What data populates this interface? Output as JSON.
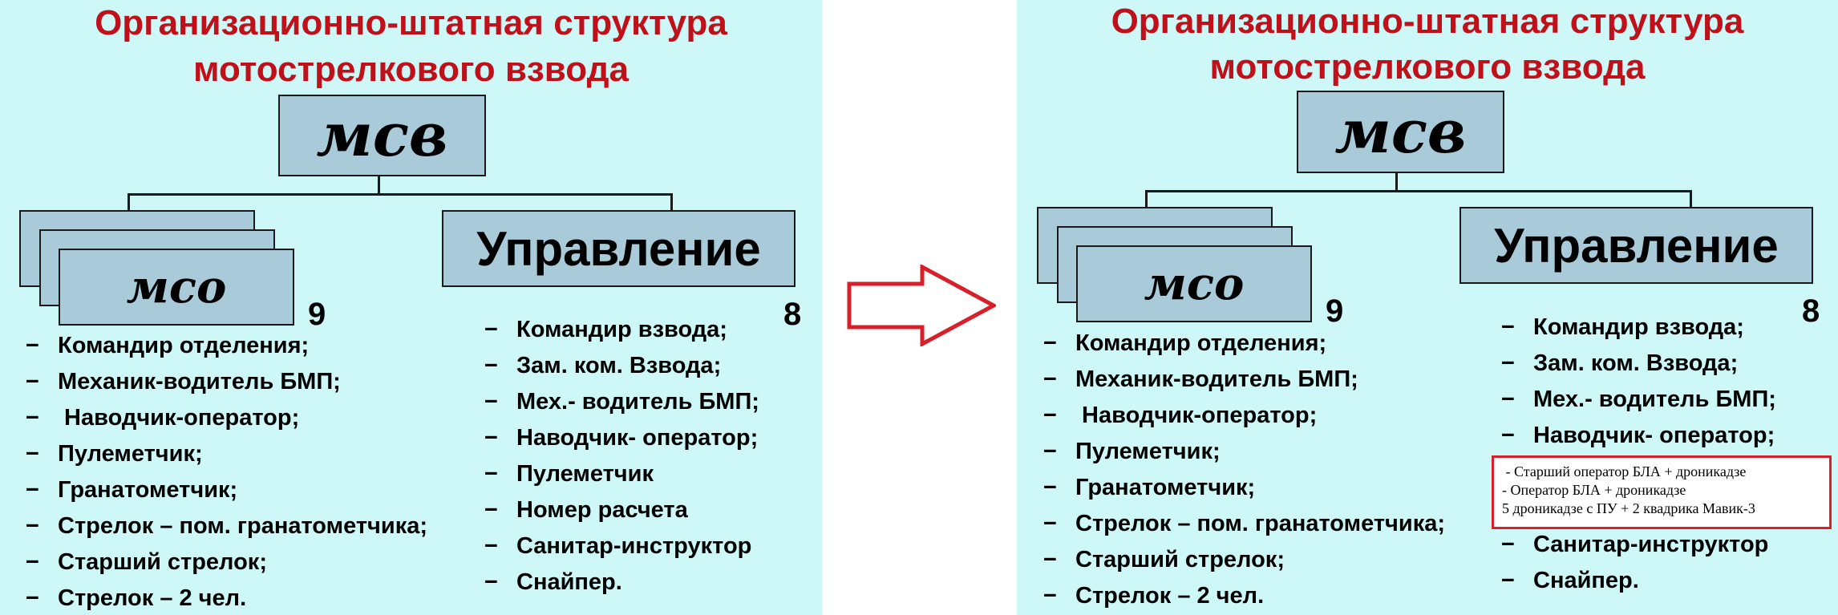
{
  "title_line1": "Организационно-штатная структура",
  "title_line2": "мотострелкового взвода",
  "top_box": "мсв",
  "squad_box": "мсо",
  "mgmt_box": "Управление",
  "squad_count": "9",
  "mgmt_count": "8",
  "squad_items": [
    "Командир отделения;",
    "Механик-водитель БМП;",
    " Наводчик-оператор;",
    "Пулеметчик;",
    "Гранатометчик;",
    "Стрелок – пом. гранатометчика;",
    "Старший стрелок;",
    "Стрелок – 2 чел."
  ],
  "left_mgmt_items": [
    "Командир взвода;",
    "Зам. ком. Взвода;",
    "Мех.- водитель БМП;",
    "Наводчик- оператор;",
    "Пулеметчик",
    "Номер расчета",
    "Санитар-инструктор",
    "Снайпер."
  ],
  "right_mgmt_items_top": [
    "Командир взвода;",
    "Зам. ком. Взвода;",
    "Мех.- водитель БМП;",
    "Наводчик- оператор;"
  ],
  "right_mgmt_items_bottom": [
    "Санитар-инструктор",
    "Снайпер."
  ],
  "note_lines": [
    " - Старший оператор БЛА + дроникадзе",
    "- Оператор БЛА + дроникадзе",
    "5 дроникадзе с ПУ + 2 квадрика Мавик-3"
  ],
  "dash": "−",
  "colors": {
    "panel_bg": "#cef7f7",
    "box_fill": "#a9cad8",
    "title_red": "#c0101a",
    "arrow_red": "#d8202a",
    "note_border": "#d8202a"
  }
}
